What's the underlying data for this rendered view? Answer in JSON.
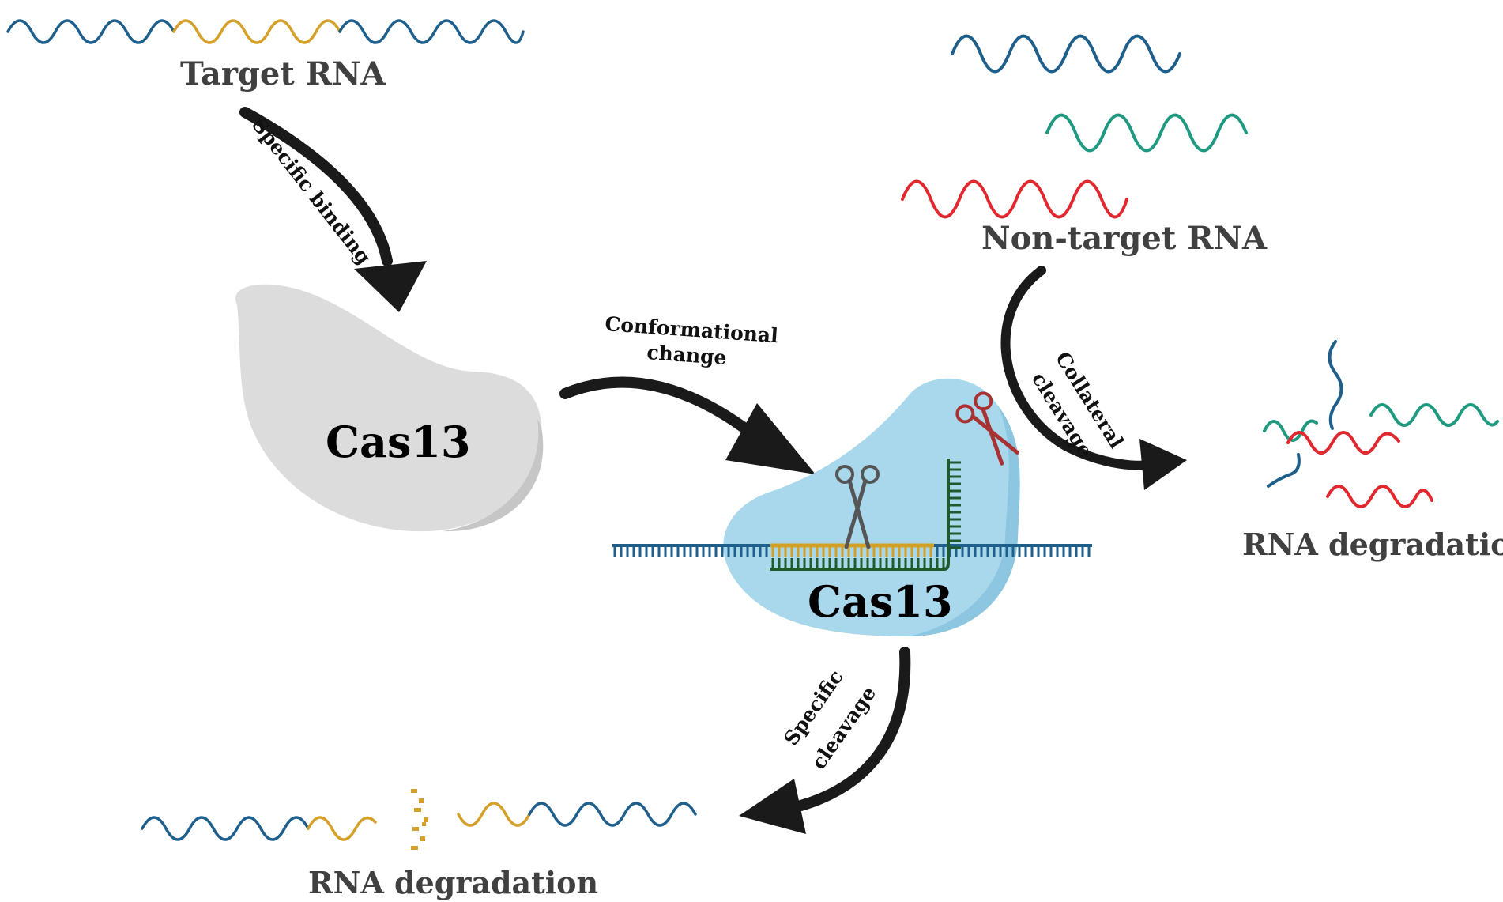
{
  "labels": {
    "target_rna": "Target RNA",
    "non_target_rna": "Non-target RNA",
    "rna_degradation_right": "RNA degradation",
    "rna_degradation_bottom": "RNA degradation",
    "cas13_inactive": "Cas13",
    "cas13_active": "Cas13"
  },
  "steps": {
    "specific_binding": "Specific binding",
    "conformational_change_line1": "Conformational",
    "conformational_change_line2": "change",
    "collateral_cleavage_line1": "Collateral",
    "collateral_cleavage_line2": "cleavage",
    "specific_cleavage_line1": "Specific",
    "specific_cleavage_line2": "cleavage"
  },
  "colors": {
    "rna_blue": "#1f5f8b",
    "rna_orange": "#d4a02a",
    "rna_teal": "#1f9a80",
    "rna_red": "#e0282e",
    "cas13_inactive": "#dcdcdc",
    "cas13_active": "#a9d8ec",
    "crrna_green": "#1e5a2c",
    "arrow": "#1a1a1a",
    "label_gray": "#404040",
    "scissors_gray": "#555555",
    "scissors_red": "#a83232"
  },
  "icons": {
    "specific_scissors": "scissors-icon",
    "collateral_scissors": "scissors-icon"
  }
}
